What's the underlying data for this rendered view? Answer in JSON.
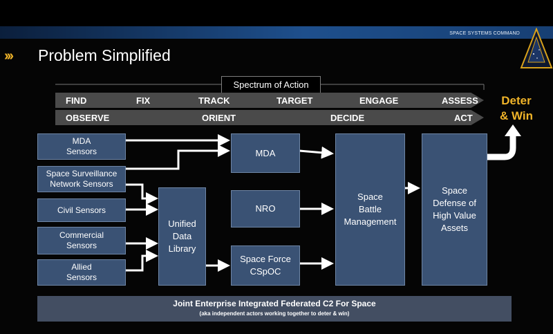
{
  "header": {
    "org_name": "SPACE SYSTEMS COMMAND",
    "chevrons": "›››",
    "title": "Problem Simplified"
  },
  "spectrum": {
    "label": "Spectrum of Action",
    "row1": [
      "FIND",
      "FIX",
      "TRACK",
      "TARGET",
      "ENGAGE",
      "ASSESS"
    ],
    "row2": [
      "OBSERVE",
      "ORIENT",
      "DECIDE",
      "ACT"
    ],
    "outcome_line1": "Deter",
    "outcome_line2": "& Win"
  },
  "sensors": [
    "MDA\nSensors",
    "Space Surveillance\nNetwork Sensors",
    "Civil Sensors",
    "Commercial\nSensors",
    "Allied\nSensors"
  ],
  "nodes": {
    "udl": "Unified\nData\nLibrary",
    "mda": "MDA",
    "nro": "NRO",
    "cspoc": "Space Force\nCSpOC",
    "sbm": "Space\nBattle\nManagement",
    "defense": "Space\nDefense of\nHigh Value\nAssets"
  },
  "footer": {
    "line1": "Joint Enterprise Integrated Federated C2 For Space",
    "line2": "(aka independent actors working together to deter & win)"
  },
  "colors": {
    "accent": "#f0b429",
    "box_fill": "#3a5274",
    "arrow_band": "#4a4a4a",
    "footer_fill": "#434e62"
  }
}
